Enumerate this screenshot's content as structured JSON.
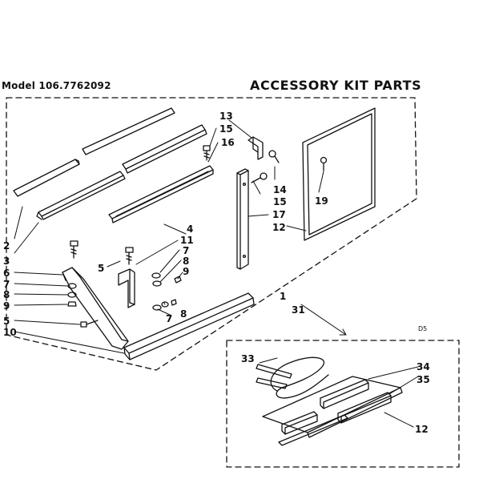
{
  "header": {
    "model": "Model 106.7762092",
    "title": "ACCESSORY KIT PARTS"
  },
  "diagram_code": "D5",
  "callouts": [
    "1",
    "2",
    "3",
    "4",
    "5",
    "5",
    "6",
    "7",
    "7",
    "7",
    "8",
    "8",
    "8",
    "9",
    "9",
    "10",
    "11",
    "12",
    "12",
    "13",
    "14",
    "15",
    "15",
    "16",
    "17",
    "19",
    "31",
    "33",
    "34",
    "35"
  ],
  "colors": {
    "ink": "#111111",
    "background": "#ffffff"
  }
}
